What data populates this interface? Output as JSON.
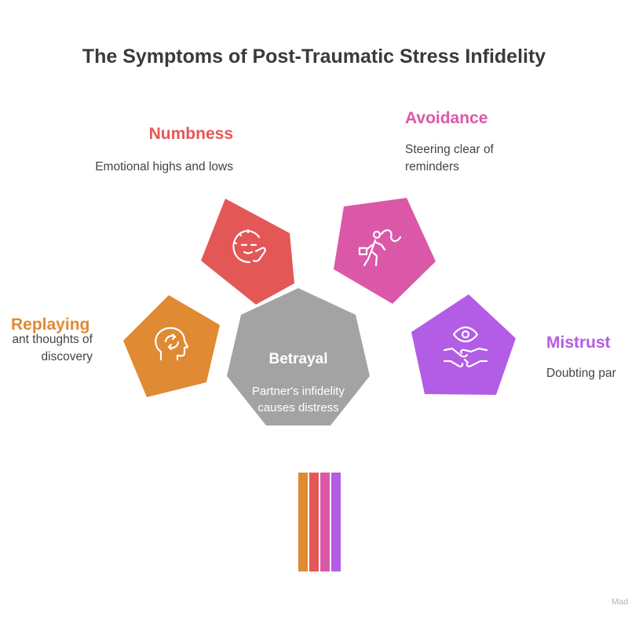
{
  "title": "The Symptoms of Post-Traumatic Stress Infidelity",
  "center": {
    "label": "Betrayal",
    "description": "Partner's infidelity causes distress",
    "color": "#a3a3a3"
  },
  "symptoms": [
    {
      "label": "Replaying",
      "description_lines": [
        "ant thoughts of",
        "discovery"
      ],
      "color": "#e08a33",
      "icon": "head-cycle-icon"
    },
    {
      "label": "Numbness",
      "description_lines": [
        "Emotional highs and lows"
      ],
      "color": "#e45757",
      "icon": "numb-face-icon"
    },
    {
      "label": "Avoidance",
      "description_lines": [
        "Steering clear of",
        "reminders"
      ],
      "color": "#db58a8",
      "icon": "running-person-icon"
    },
    {
      "label": "Mistrust",
      "description_lines": [
        "Doubting par"
      ],
      "color": "#b35ce6",
      "icon": "eye-handshake-icon"
    }
  ],
  "watermark": "Mad"
}
